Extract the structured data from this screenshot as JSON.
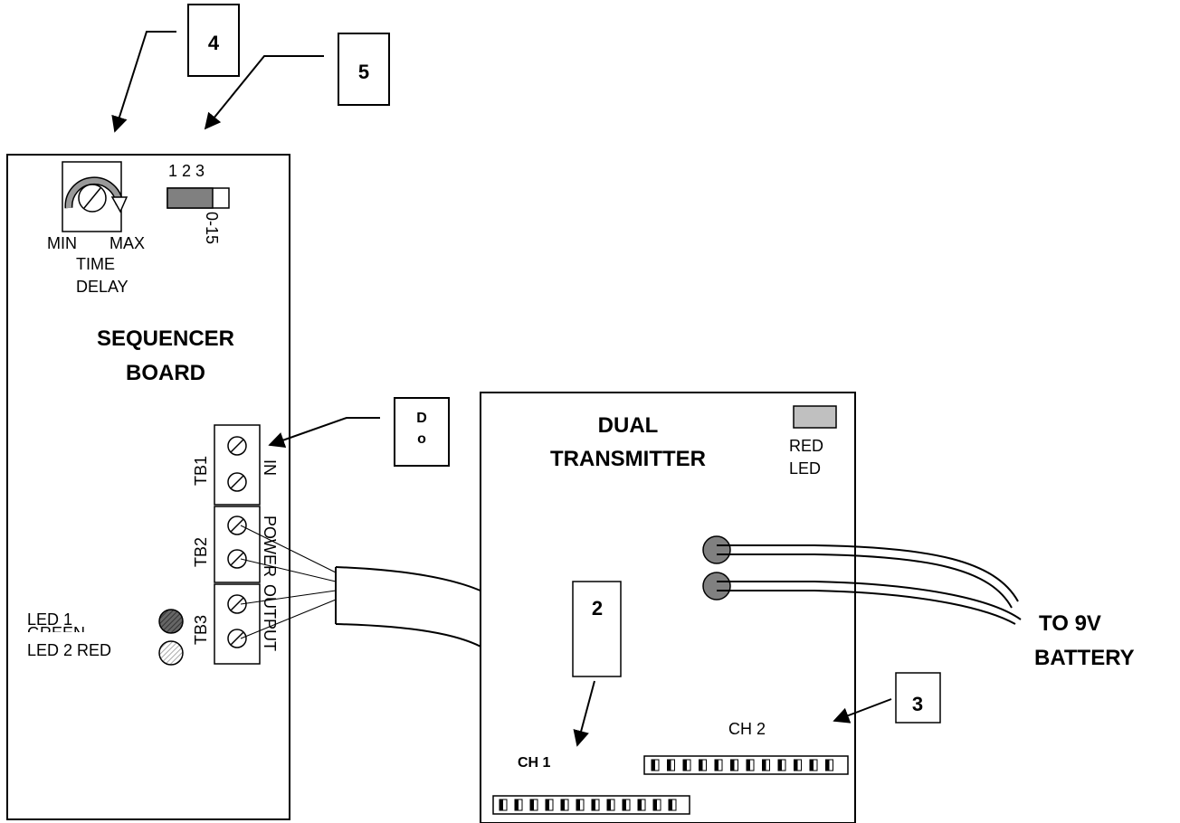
{
  "callouts": {
    "c4": "4",
    "c5": "5",
    "c2": "2",
    "c3": "3",
    "cD_line1": "D",
    "cD_line2": "o"
  },
  "sequencer": {
    "title_line1": "SEQUENCER",
    "title_line2": "BOARD",
    "min": "MIN",
    "max": "MAX",
    "time": "TIME",
    "delay": "DELAY",
    "switch_numbers": "1 2 3",
    "switch_range": "0-15",
    "tb1": "TB1",
    "tb2": "TB2",
    "tb3": "TB3",
    "in": "IN",
    "power": "POWER",
    "output": "OUTPUT",
    "led1": "LED 1",
    "led1_color": "GREEN",
    "led2": "LED 2 RED"
  },
  "transmitter": {
    "title_line1": "DUAL",
    "title_line2": "TRANSMITTER",
    "red_led_line1": "RED",
    "red_led_line2": "LED",
    "ch1": "CH 1",
    "ch2": "CH 2"
  },
  "battery": {
    "line1": "TO 9V",
    "line2": "BATTERY"
  },
  "colors": {
    "outline": "#000000",
    "switch_fill": "#808080",
    "led_gray": "#808080",
    "red_led_fill": "#c0c0c0"
  }
}
